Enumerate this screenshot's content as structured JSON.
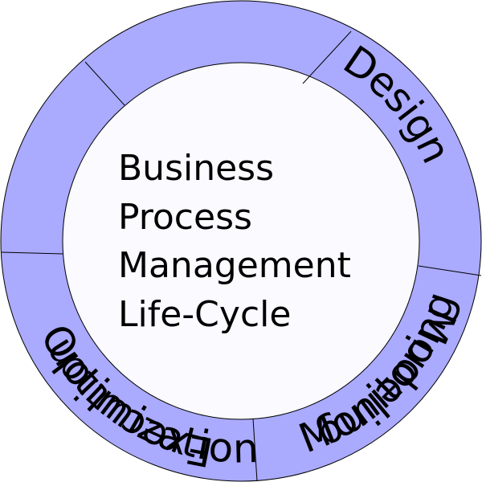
{
  "diagram": {
    "phases": [
      "Modeling",
      "Execution",
      "Monitoring",
      "Optimization",
      "Design"
    ],
    "center_lines": [
      "Business",
      "Process",
      "Management",
      "Life-Cycle"
    ],
    "colors": {
      "ring_fill": "#aaaaff",
      "inner_fill": "#fafaff",
      "stroke": "#000000",
      "text": "#000000"
    }
  }
}
